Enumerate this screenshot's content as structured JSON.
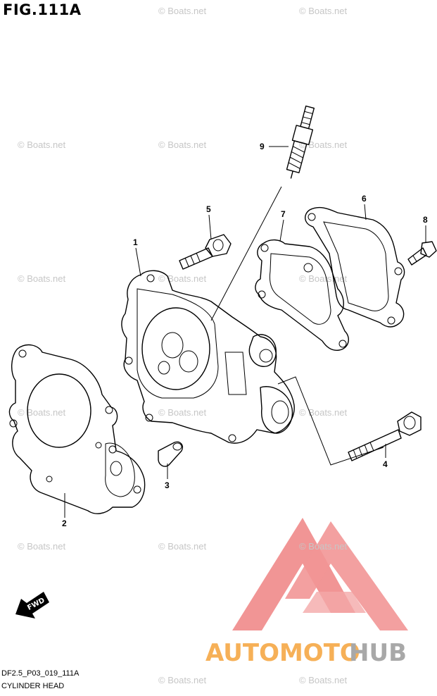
{
  "figure": {
    "title": "FIG.111A",
    "code": "DF2.5_P03_019_111A",
    "name": "CYLINDER HEAD"
  },
  "callouts": [
    {
      "id": "callout-1",
      "label": "1"
    },
    {
      "id": "callout-2",
      "label": "2"
    },
    {
      "id": "callout-3",
      "label": "3"
    },
    {
      "id": "callout-4",
      "label": "4"
    },
    {
      "id": "callout-5",
      "label": "5"
    },
    {
      "id": "callout-6",
      "label": "6"
    },
    {
      "id": "callout-7",
      "label": "7"
    },
    {
      "id": "callout-8",
      "label": "8"
    },
    {
      "id": "callout-9",
      "label": "9"
    }
  ],
  "direction_arrow": {
    "label": "FWD"
  },
  "watermark": {
    "text": "© Boats.net"
  },
  "brand_logo": {
    "part1": "AUTOMOTO",
    "part2": "HUB",
    "colors": {
      "triangle": "#ef8383",
      "part1": "#f5a33a",
      "part2": "#9a9a9a"
    }
  }
}
